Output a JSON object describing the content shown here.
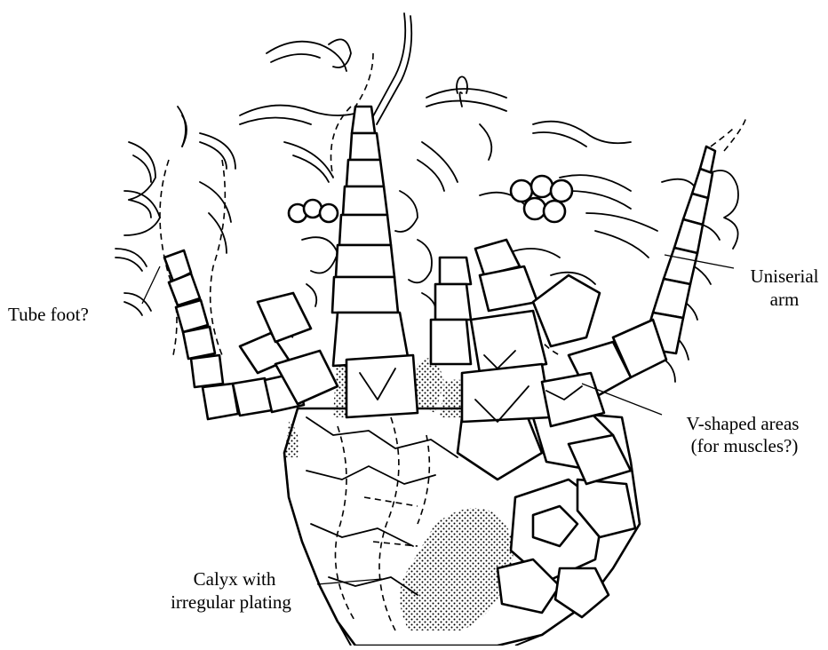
{
  "labels": {
    "tube_foot": "Tube foot?",
    "uniserial_arm_1": "Uniserial",
    "uniserial_arm_2": "arm",
    "v_shaped_1": "V-shaped areas",
    "v_shaped_2": "(for muscles?)",
    "calyx_1": "Calyx with",
    "calyx_2": "irregular plating"
  },
  "colors": {
    "ink": "#000000",
    "paper": "#ffffff"
  }
}
